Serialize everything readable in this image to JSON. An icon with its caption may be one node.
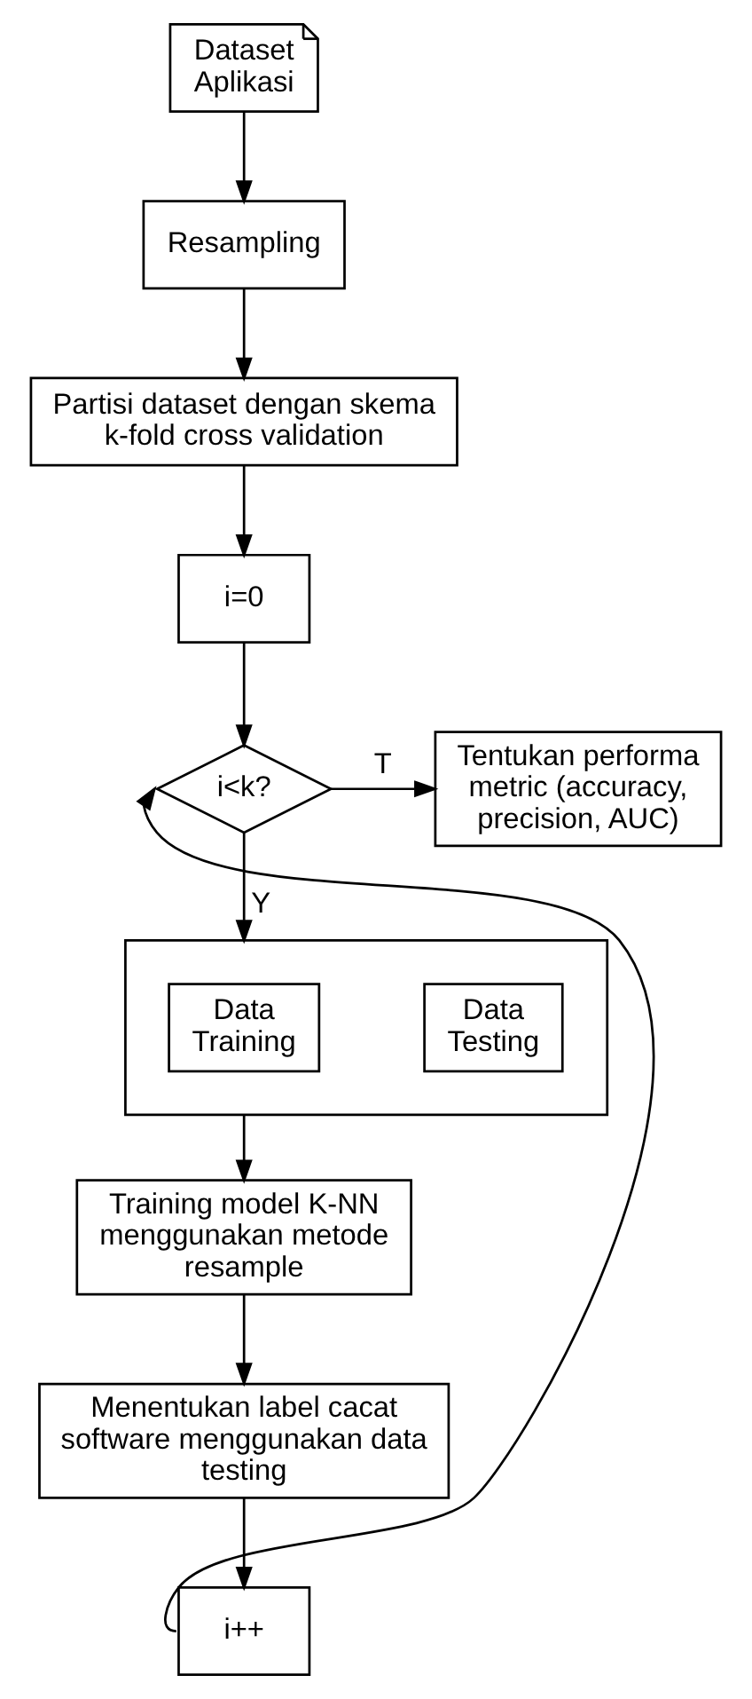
{
  "diagram": {
    "nodes": [
      {
        "text": [
          "Dataset Aplikasi"
        ]
      },
      {
        "text": [
          "Resampling"
        ]
      },
      {
        "text": [
          "Partisi dataset dengan skema k-fold cross validation"
        ]
      },
      {
        "text": [
          "i=0"
        ]
      },
      {
        "text": [
          "i<k?"
        ]
      },
      {
        "text": [
          "Tentukan performa metric (accuracy, precision, AUC)"
        ]
      },
      {
        "text": [],
        "shape": "box"
      },
      {
        "text": [
          "Data Training"
        ],
        "in": 6
      },
      {
        "text": [
          "Data Testing"
        ],
        "in": 6
      },
      {
        "text": [
          "Training model K-NN menggunakan metode resample"
        ]
      },
      {
        "text": [
          "Menentukan label cacat software menggunakan data testing"
        ]
      },
      {
        "text": [
          "i++"
        ]
      }
    ],
    "edges": [
      {
        "from": 0,
        "to": 1,
        "arrow": "to"
      },
      {
        "from": 1,
        "to": 2,
        "arrow": "to"
      },
      {
        "from": 2,
        "to": 3,
        "arrow": "to"
      },
      {
        "from": 3,
        "to": 4,
        "arrow": "to"
      },
      {
        "from": 4,
        "to": 5,
        "arrow": "to",
        "label": "T"
      },
      {
        "from": 4,
        "to": 6,
        "arrow": "to",
        "label": "Y"
      },
      {
        "from": 6,
        "to": 9,
        "arrow": "to"
      },
      {
        "from": 9,
        "to": 10,
        "arrow": "to"
      },
      {
        "from": 10,
        "to": 11,
        "arrow": "to"
      },
      {
        "from": 11,
        "to": 4,
        "arrow": "to"
      }
    ]
  }
}
